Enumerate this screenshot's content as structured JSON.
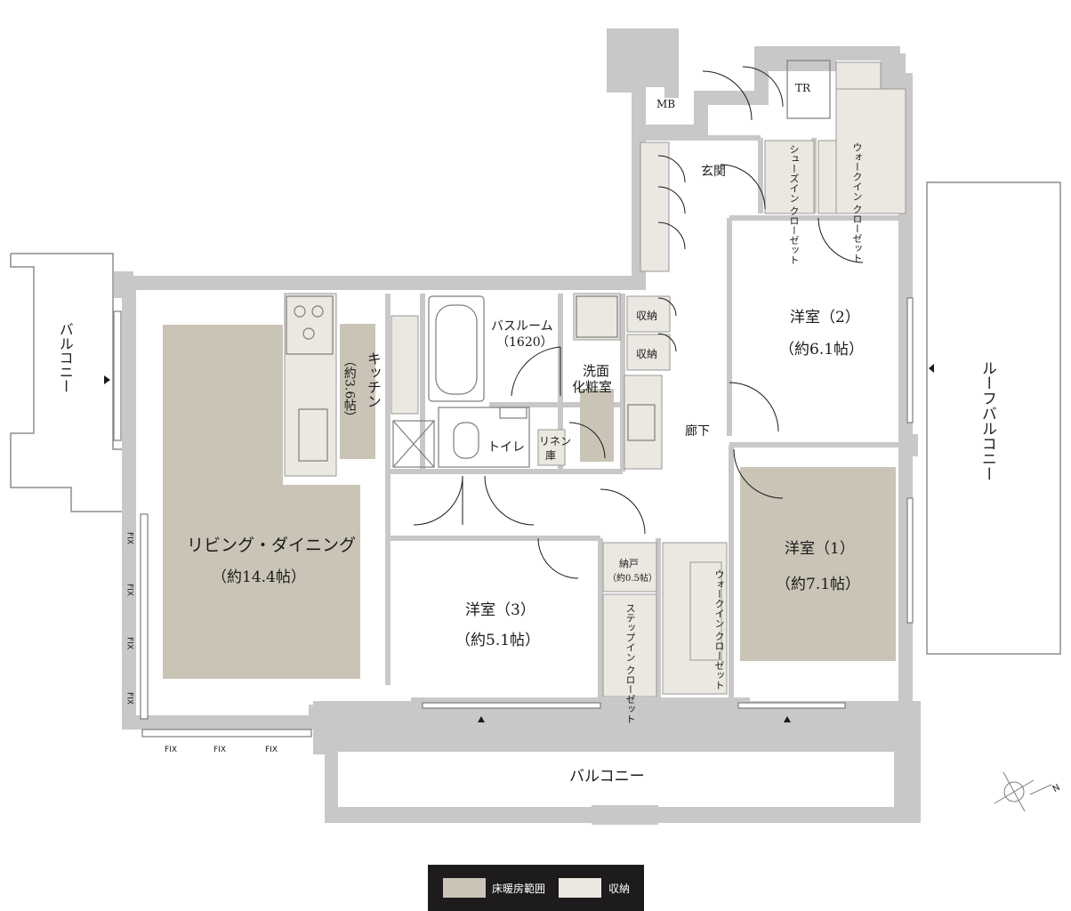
{
  "colors": {
    "wall": "#c9c7c7",
    "heated_floor": "#c9c4b6",
    "storage": "#ebe8e1",
    "floor": "#ffffff",
    "legend_bg": "#1e1b1c"
  },
  "rooms": {
    "living_dining": {
      "name": "リビング・ダイニング",
      "area": "（約14.4帖）"
    },
    "kitchen": {
      "name": "キッチン",
      "area": "（約3.6帖）"
    },
    "bedroom1": {
      "name": "洋室（1）",
      "area": "（約7.1帖）"
    },
    "bedroom2": {
      "name": "洋室（2）",
      "area": "（約6.1帖）"
    },
    "bedroom3": {
      "name": "洋室（3）",
      "area": "（約5.1帖）"
    },
    "bathroom": {
      "name": "バスルーム",
      "size": "（1620）"
    },
    "washroom": {
      "name_line1": "洗面",
      "name_line2": "化粧室"
    },
    "toilet": "トイレ",
    "linen": {
      "line1": "リネン",
      "line2": "庫"
    },
    "entrance": "玄関",
    "corridor": "廊下",
    "storage_a": "収納",
    "storage_b": "収納",
    "nando": {
      "name": "納戸",
      "area": "（約0.5帖）"
    },
    "step_in_closet": "ステップイン クローゼット",
    "walk_in_closet_1": "ウォークイン クローゼット",
    "walk_in_closet_2": "ウォークイン クローゼット",
    "shoes_in_closet": "シューズイン クローゼット",
    "mb": "MB",
    "tr": "TR"
  },
  "balconies": {
    "west": "バルコニー",
    "south": "バルコニー",
    "roof": "ルーフバルコニー"
  },
  "fix_labels": [
    "FIX",
    "FIX",
    "FIX",
    "FIX",
    "FIX",
    "FIX",
    "FIX"
  ],
  "compass": {
    "letter": "N"
  },
  "legend": {
    "heated": "床暖房範囲",
    "storage": "収納"
  }
}
